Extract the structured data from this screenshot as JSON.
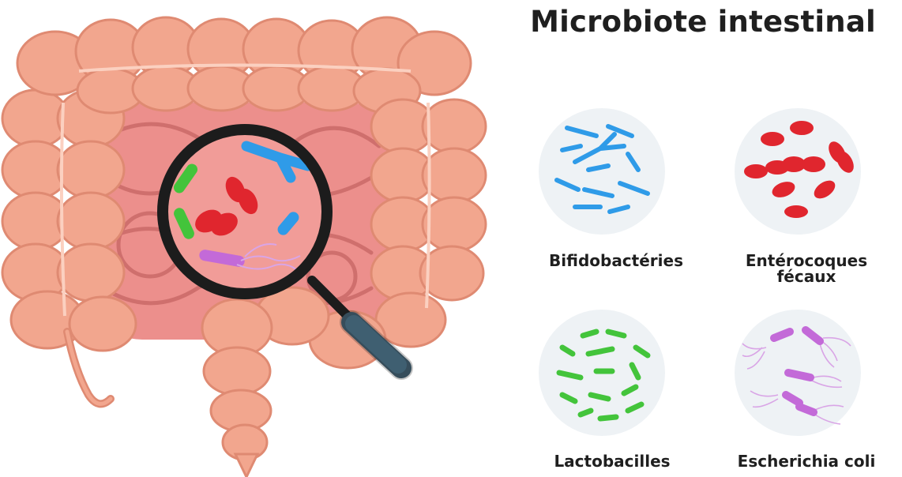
{
  "title": "Microbiote intestinal",
  "bacteria": [
    {
      "id": "bifido",
      "lines": [
        "Bifidobactéries"
      ],
      "color": "#2f9be8",
      "icon": "bifidobacteria-icon"
    },
    {
      "id": "entero",
      "lines": [
        "Entérocoques",
        "fécaux"
      ],
      "color": "#e0262e",
      "icon": "enterococci-icon"
    },
    {
      "id": "lacto",
      "lines": [
        "Lactobacilles"
      ],
      "color": "#43c43b",
      "icon": "lactobacilli-icon"
    },
    {
      "id": "ecoli",
      "lines": [
        "Escherichia coli"
      ],
      "color": "#c36ad8",
      "icon": "escherichia-coli-icon"
    }
  ],
  "colors": {
    "intestine": "#f2a68e",
    "intestine_shadow": "#df8a72",
    "small_intestine": "#ec8f8c",
    "lens_bg": "#f19c98",
    "lens_frame": "#1c1c1c",
    "handle": "#3f5f71",
    "circle_bg": "#eef2f5"
  }
}
